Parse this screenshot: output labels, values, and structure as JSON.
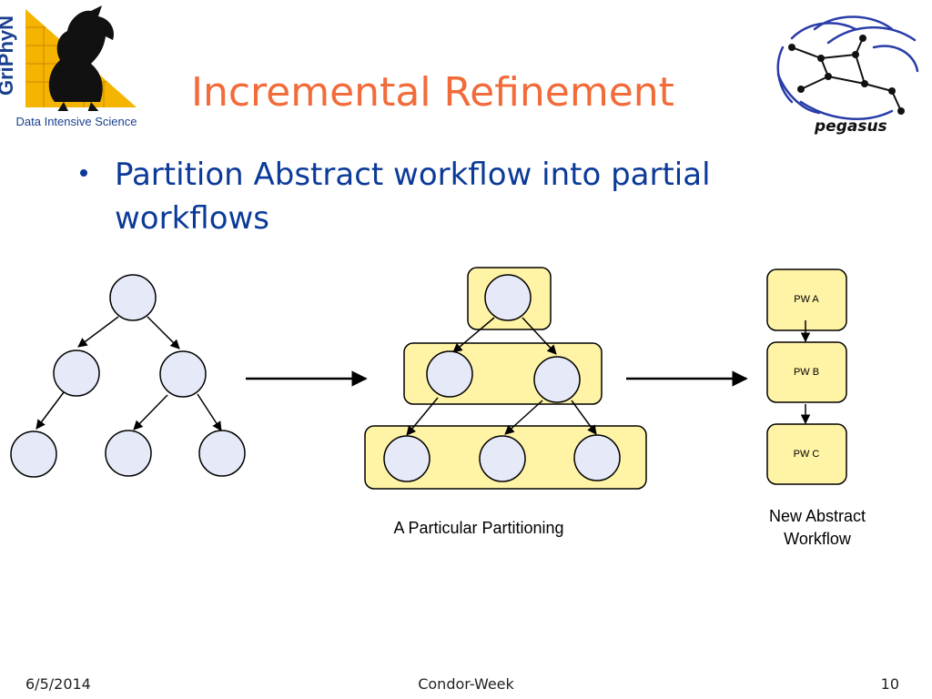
{
  "logo_left": {
    "text": "GriPhyN",
    "caption": "Data Intensive Science"
  },
  "logo_right": {
    "text": "pegasus"
  },
  "title": "Incremental Refinement",
  "bullet": {
    "line1": "Partition Abstract workflow into partial",
    "line2": "workflows"
  },
  "diagram": {
    "partition_caption": "A Particular Partitioning",
    "new_workflow_caption": [
      "New Abstract",
      "Workflow"
    ],
    "partial_workflows": [
      {
        "label": "PW A"
      },
      {
        "label": "PW B"
      },
      {
        "label": "PW C"
      }
    ],
    "node_color": "#e6eaf8",
    "partition_color": "#fff3a6"
  },
  "footer": {
    "date": "6/5/2014",
    "center": "Condor-Week",
    "page": "10"
  }
}
